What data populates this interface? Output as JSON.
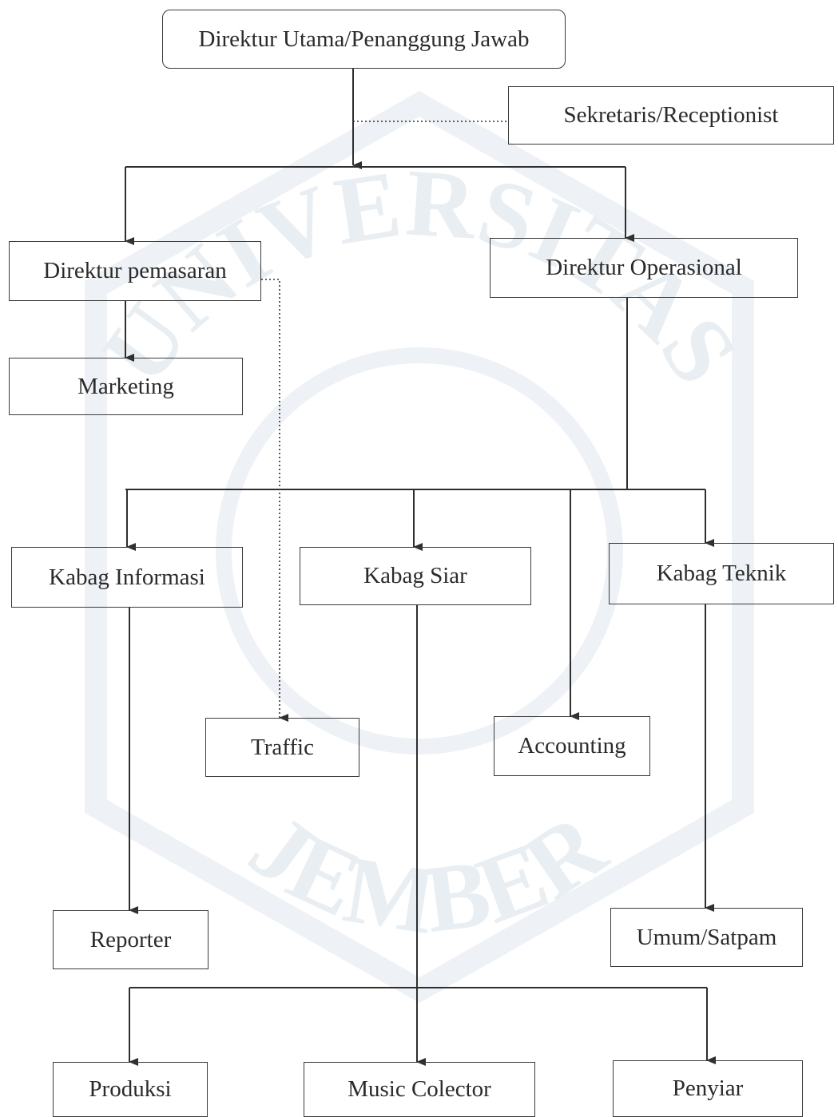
{
  "watermark": {
    "top_text": "UNIVERSITAS",
    "bottom_text": "JEMBER"
  },
  "org_chart": {
    "director": "Direktur Utama/Penanggung Jawab",
    "secretary": "Sekretaris/Receptionist",
    "marketing_director": "Direktur pemasaran",
    "operations_director": "Direktur Operasional",
    "marketing": "Marketing",
    "info_head": "Kabag Informasi",
    "broadcast_head": "Kabag Siar",
    "technical_head": "Kabag Teknik",
    "traffic": "Traffic",
    "accounting": "Accounting",
    "reporter": "Reporter",
    "general_security": "Umum/Satpam",
    "production": "Produksi",
    "music_collector": "Music Colector",
    "announcer": "Penyiar"
  },
  "colors": {
    "line": "#2e2e2e",
    "box_border": "#3a3a3a",
    "text": "#2b2b2b",
    "watermark": "#e9eef3"
  }
}
